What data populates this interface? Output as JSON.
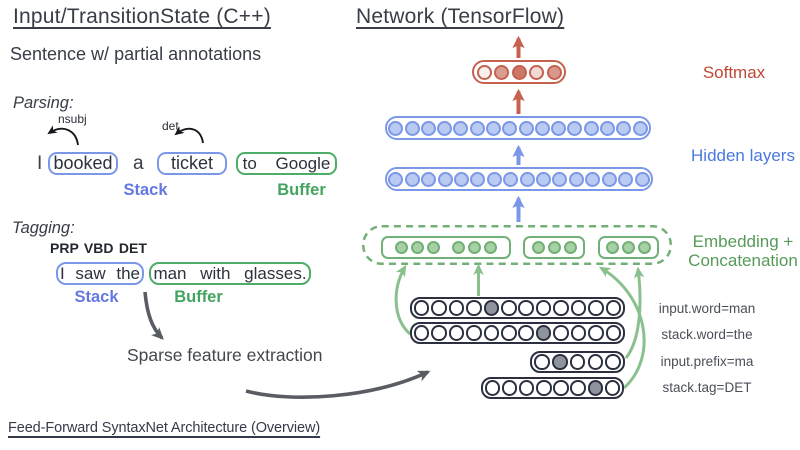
{
  "left": {
    "title": "Input/TransitionState (C++)",
    "subtitle": "Sentence w/ partial annotations",
    "parsing": {
      "label": "Parsing:",
      "arc1_label": "nsubj",
      "arc2_label": "det",
      "tokens": {
        "t1": "I",
        "t2": "booked",
        "t3": "a",
        "t4": "ticket",
        "t5": "to Google"
      },
      "stack_label": "Stack",
      "buffer_label": "Buffer"
    },
    "tagging": {
      "label": "Tagging:",
      "tags": "PRP VBD DET",
      "stack_tokens": "I saw the",
      "buffer_tokens": "man with glasses.",
      "stack_label": "Stack",
      "buffer_label": "Buffer"
    },
    "sparse_label": "Sparse feature extraction",
    "footer": "Feed-Forward SyntaxNet Architecture (Overview)"
  },
  "network": {
    "title": "Network (TensorFlow)",
    "softmax": {
      "label": "Softmax",
      "cells": [
        "#faf1ee",
        "#db9d91",
        "#cd7767",
        "#f2d9d3",
        "#d9988c"
      ]
    },
    "hidden": {
      "label": "Hidden layers",
      "rows": [
        16,
        16
      ]
    },
    "embedding": {
      "label_line1": "Embedding +",
      "label_line2": "Concatenation",
      "groups": [
        [
          3,
          3
        ],
        [
          3
        ],
        [
          3
        ]
      ]
    },
    "features": [
      {
        "label": "input.word=man",
        "cells": 12,
        "active": 5
      },
      {
        "label": "stack.word=the",
        "cells": 12,
        "active": 8
      },
      {
        "label": "input.prefix=ma",
        "cells": 5,
        "active": 2
      },
      {
        "label": "stack.tag=DET",
        "cells": 8,
        "active": 7
      }
    ]
  },
  "colors": {
    "ink": "#383d47",
    "blue_stroke": "#7b97e8",
    "blue_fill": "#b9cbf2",
    "blue_text": "#4a78e0",
    "stack_text": "#6478e2",
    "green_stroke": "#4fac68",
    "green_text": "#43a45f",
    "embed_green": "#72b077",
    "embed_fill": "#a8d0a5",
    "embed_text": "#569a58",
    "green_arrow": "#8ac08e",
    "red": "#c4614f",
    "red_text": "#bf4734",
    "row_ink": "#2b3040",
    "gray_cell": "#8e939c",
    "dark_arrow": "#595d63"
  }
}
